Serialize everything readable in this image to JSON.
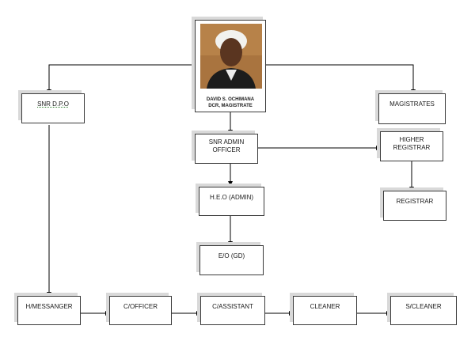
{
  "head": {
    "name": "DAVID S. OCHIMANA",
    "title": "DCR, MAGISTRATE",
    "photo": "portrait-photo"
  },
  "boxes": {
    "snr_dpo": "SNR D.P.O",
    "magistrates": "MAGISTRATES",
    "snr_admin_officer_1": "SNR ADMIN",
    "snr_admin_officer_2": "OFFICER",
    "higher_registrar_1": "HIGHER",
    "higher_registrar_2": "REGISTRAR",
    "heo_admin": "H.E.O (ADMIN)",
    "registrar": "REGISTRAR",
    "eo_gd": "E/O (GD)",
    "h_messanger": "H/MESSANGER",
    "c_officer": "C/OFFICER",
    "c_assistant": "C/ASSISTANT",
    "cleaner": "CLEANER",
    "s_cleaner": "S/CLEANER"
  },
  "colors": {
    "line": "#000000",
    "box_border": "#3a3a3a",
    "box_shadow": "#d9d9d9"
  }
}
